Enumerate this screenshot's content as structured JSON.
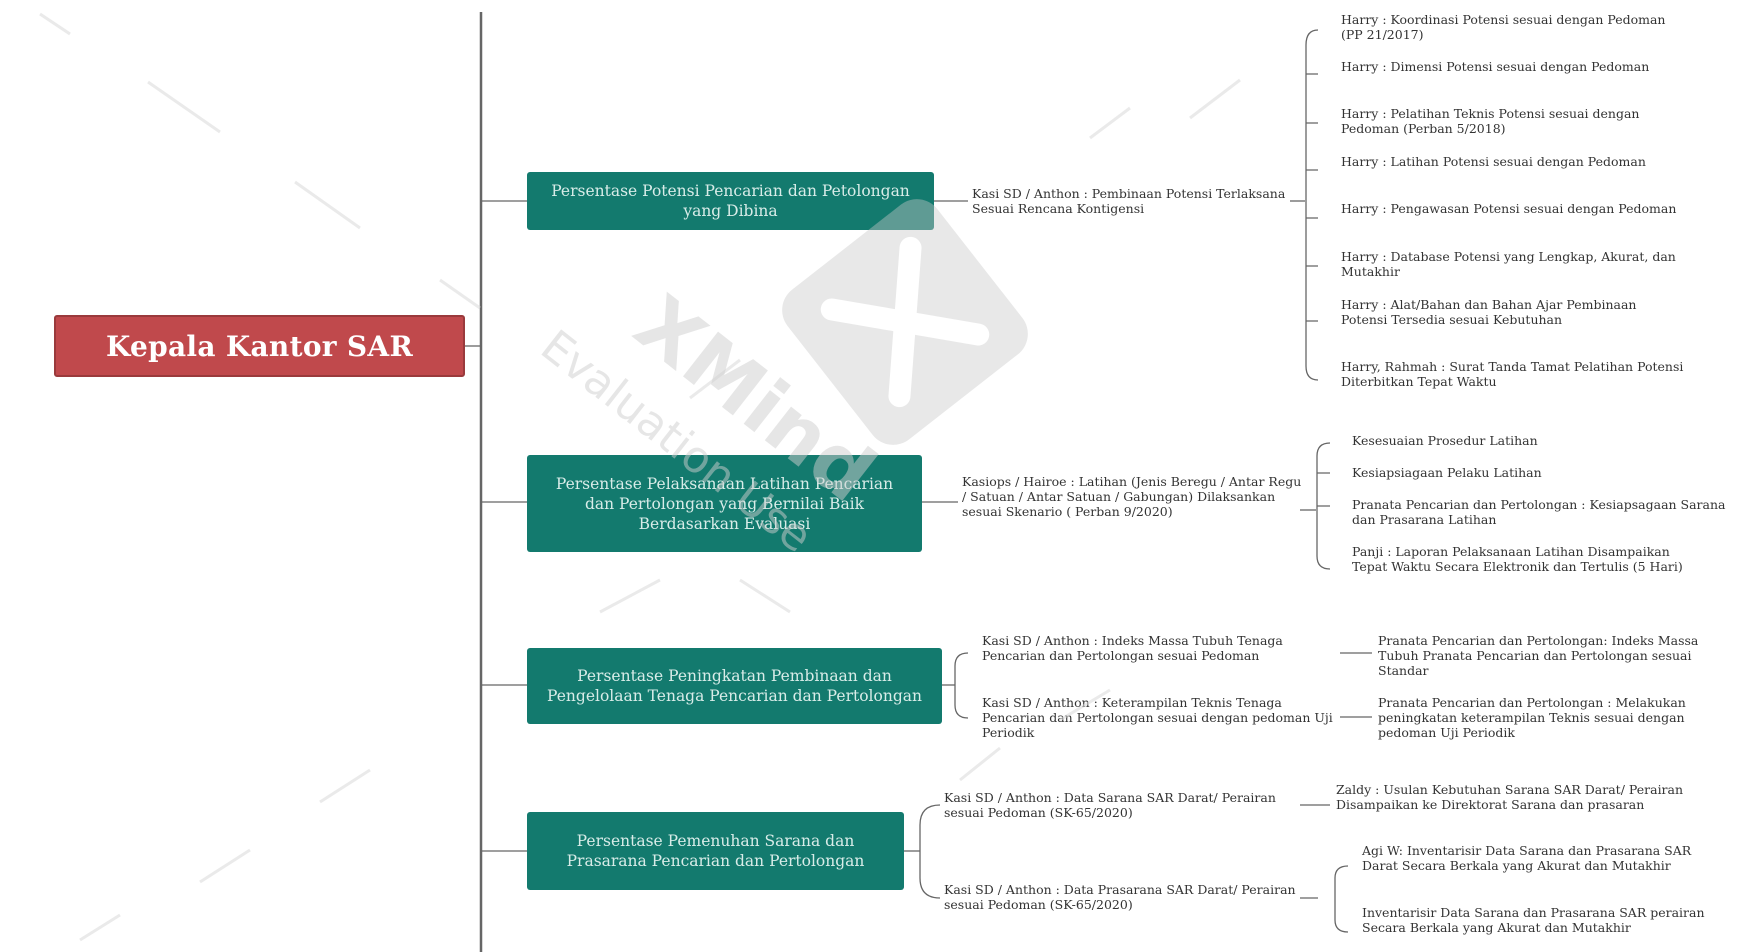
{
  "root": {
    "label": "Kepala Kantor SAR"
  },
  "goals": [
    {
      "label": "Persentase Potensi Pencarian dan Petolongan yang Dibina",
      "activities": [
        {
          "label": "Kasi SD / Anthon : Pembinaan Potensi Terlaksana Sesuai Rencana Kontigensi",
          "outputs": [
            "Harry : Koordinasi Potensi sesuai dengan Pedoman (PP 21/2017)",
            "Harry : Dimensi Potensi sesuai dengan Pedoman",
            "Harry : Pelatihan Teknis Potensi sesuai dengan Pedoman (Perban 5/2018)",
            "Harry : Latihan Potensi sesuai dengan Pedoman",
            "Harry : Pengawasan Potensi sesuai dengan Pedoman",
            "Harry : Database Potensi yang Lengkap, Akurat, dan Mutakhir",
            "Harry : Alat/Bahan dan Bahan Ajar Pembinaan Potensi Tersedia sesuai Kebutuhan",
            "Harry, Rahmah : Surat Tanda Tamat Pelatihan Potensi Diterbitkan Tepat Waktu"
          ]
        }
      ]
    },
    {
      "label": "Persentase Pelaksanaan Latihan Pencarian dan Pertolongan yang Bernilai Baik Berdasarkan Evaluasi",
      "activities": [
        {
          "label": "Kasiops / Hairoe : Latihan (Jenis Beregu / Antar Regu / Satuan / Antar Satuan / Gabungan) Dilaksankan sesuai Skenario ( Perban 9/2020)",
          "outputs": [
            "Kesesuaian Prosedur Latihan",
            "Kesiapsiagaan Pelaku Latihan",
            "Pranata Pencarian dan Pertolongan : Kesiapsagaan Sarana dan Prasarana Latihan",
            "Panji : Laporan Pelaksanaan Latihan Disampaikan Tepat Waktu Secara Elektronik dan Tertulis (5 Hari)"
          ]
        }
      ]
    },
    {
      "label": "Persentase Peningkatan Pembinaan dan Pengelolaan Tenaga Pencarian dan Pertolongan",
      "activities": [
        {
          "label": "Kasi SD / Anthon : Indeks Massa Tubuh Tenaga Pencarian dan Pertolongan sesuai Pedoman",
          "outputs": [
            "Pranata Pencarian dan Pertolongan: Indeks Massa Tubuh Pranata Pencarian dan Pertolongan sesuai Standar"
          ]
        },
        {
          "label": "Kasi SD / Anthon : Keterampilan Teknis Tenaga Pencarian dan Pertolongan sesuai dengan pedoman Uji Periodik",
          "outputs": [
            "Pranata Pencarian dan Pertolongan : Melakukan peningkatan keterampilan Teknis sesuai dengan pedoman Uji Periodik"
          ]
        }
      ]
    },
    {
      "label": "Persentase Pemenuhan Sarana dan Prasarana Pencarian dan Pertolongan",
      "activities": [
        {
          "label": "Kasi SD / Anthon : Data Sarana SAR Darat/ Perairan sesuai Pedoman (SK-65/2020)",
          "outputs": [
            "Zaldy : Usulan Kebutuhan Sarana SAR Darat/ Perairan Disampaikan ke Direktorat Sarana dan prasaran"
          ]
        },
        {
          "label": "Kasi SD / Anthon : Data Prasarana SAR Darat/ Perairan sesuai Pedoman (SK-65/2020)",
          "outputs": [
            "Agi W: Inventarisir Data Sarana dan Prasarana SAR Darat Secara Berkala yang Akurat dan Mutakhir",
            "Inventarisir Data Sarana dan Prasarana SAR perairan Secara Berkala yang Akurat dan Mutakhir"
          ]
        }
      ]
    }
  ],
  "watermark": {
    "brand": "XMind",
    "text": "Evaluation Use"
  },
  "colors": {
    "root": "#c0494c",
    "goal": "#137a6e",
    "line": "#666666"
  }
}
